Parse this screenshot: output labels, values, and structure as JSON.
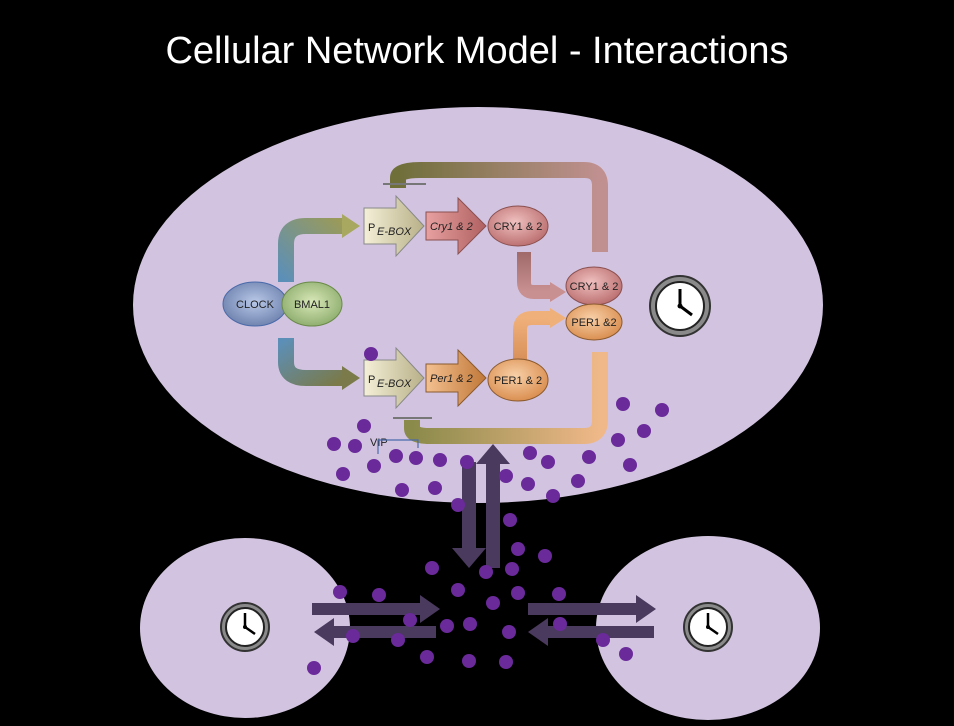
{
  "title": "Cellular Network Model - Interactions",
  "labels": {
    "clock": "CLOCK",
    "bmal1": "BMAL1",
    "p_ebox": "P",
    "ebox_sub": "E-BOX",
    "cry_gene": "Cry1 & 2",
    "per_gene": "Per1 & 2",
    "cry_protein": "CRY1 & 2",
    "per_protein": "PER1 & 2",
    "cry_complex": "CRY1 & 2",
    "per_complex": "PER1 &2",
    "vip": "VIP"
  },
  "colors": {
    "background": "#000000",
    "cell": "#d2c4e0",
    "vip_dot": "#6a2a9a",
    "exchange_arrow": "#4a3a5e",
    "clock_node": "#7e8fb5",
    "bmal1_node": "#a8c486",
    "cry": "#c77a7a",
    "per": "#e8a86a"
  },
  "icons": [
    "clock-icon"
  ]
}
